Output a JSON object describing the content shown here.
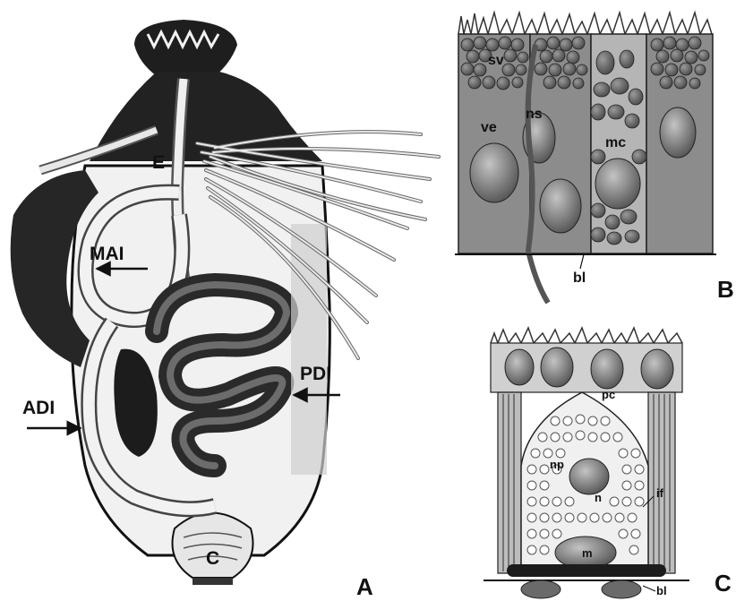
{
  "panels": [
    {
      "id": "A",
      "letter": "A"
    },
    {
      "id": "B",
      "letter": "B"
    },
    {
      "id": "C",
      "letter": "C"
    }
  ],
  "labels_a": {
    "e": "E",
    "mai": "MAI",
    "adi": "ADI",
    "pdi": "PDI",
    "c": "C"
  },
  "labels_b": {
    "sv": "sv",
    "ve": "ve",
    "ns": "ns",
    "mc": "mc",
    "bl": "bl"
  },
  "labels_c": {
    "pc": "pc",
    "np": "np",
    "n": "n",
    "if": "if",
    "m": "m",
    "bl": "bl"
  },
  "colors": {
    "ink": "#111111",
    "tissue_dark": "#1e1e1e",
    "cell_fill": "#8c8c8c",
    "light_fill": "#c8c8c8",
    "vesicle": "#6a6a6a",
    "background": "#ffffff"
  }
}
